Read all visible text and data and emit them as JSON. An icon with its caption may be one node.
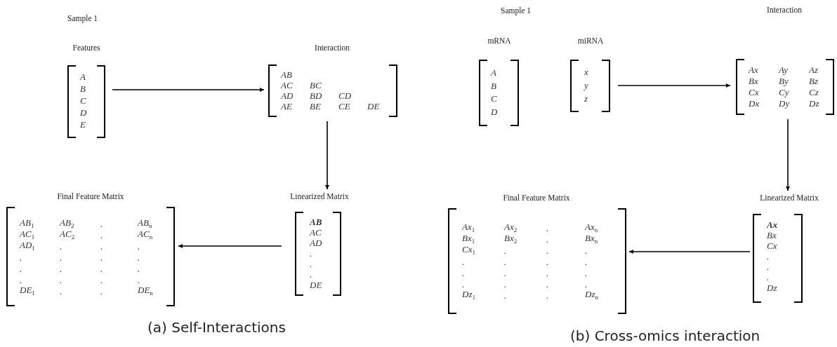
{
  "diagram": {
    "nodes": [
      {
        "text": [
          "Features",
          "A",
          "B",
          "C",
          "D",
          "E"
        ]
      },
      {
        "text": [
          "Interaction",
          "AB",
          "AC",
          "BC",
          "AD",
          "BD",
          "CD",
          "AE",
          "BE",
          "CE",
          "DE"
        ]
      },
      {
        "text": [
          "Linearized Matrix",
          "AB",
          "AC",
          "AD",
          ".",
          ".",
          ".",
          "DE"
        ]
      },
      {
        "text": [
          "Final Feature Matrix",
          "AB$_{1}$",
          "AB$_{2}$",
          ".",
          "AB$_{n}$",
          "AC$_{1}$",
          "AC$_{2}$",
          ".",
          "AC$_{n}$",
          "AD$_{1}$",
          ".",
          ".",
          ".",
          ".",
          ".",
          ".",
          ".",
          ".",
          ".",
          ".",
          ".",
          ".",
          ".",
          ".",
          ".",
          "DE$_{1}$",
          ".",
          ".",
          "DE$_{n}$"
        ]
      },
      {
        "text": [
          "mRNA",
          "A",
          "B",
          "C",
          "D"
        ]
      },
      {
        "text": [
          "miRNA",
          "x",
          "y",
          "z"
        ]
      },
      {
        "text": [
          "Interaction",
          "Ax",
          "Ay",
          "Az",
          "Bx",
          "By",
          "Bz",
          "Cx",
          "Cy",
          "Cz",
          "Dx",
          "Dy",
          "Dz"
        ]
      },
      {
        "text": [
          "Linearized Matrix",
          "Ax",
          "Bx",
          "Cx",
          ".",
          ".",
          ".",
          "Dz"
        ]
      },
      {
        "text": [
          "Final Feature Matrix",
          "Ax$_{1}$",
          "Ax$_{2}$",
          ".",
          "Ax$_{n}$",
          "Bx$_{1}$",
          "Bx$_{2}$",
          ".",
          "Bx$_{n}$",
          "Cx$_{1}$",
          ".",
          ".",
          ".",
          ".",
          ".",
          ".",
          ".",
          ".",
          ".",
          ".",
          ".",
          ".",
          ".",
          ".",
          ".",
          "Dz$_{1}$",
          ".",
          ".",
          "Dz$_{n}$"
        ]
      }
    ],
    "edges": [
      {
        "from": 0,
        "to": 1,
        "arrow": "to"
      },
      {
        "from": 1,
        "to": 2,
        "arrow": "to"
      },
      {
        "from": 2,
        "to": 3,
        "arrow": "to"
      },
      {
        "from": 5,
        "to": 6,
        "arrow": "to"
      },
      {
        "from": 6,
        "to": 7,
        "arrow": "to"
      },
      {
        "from": 7,
        "to": 8,
        "arrow": "to"
      }
    ],
    "labels": [
      "Sample 1",
      "(a) Self-Interactions",
      "Sample 1",
      "(b) Cross-omics interaction"
    ]
  }
}
